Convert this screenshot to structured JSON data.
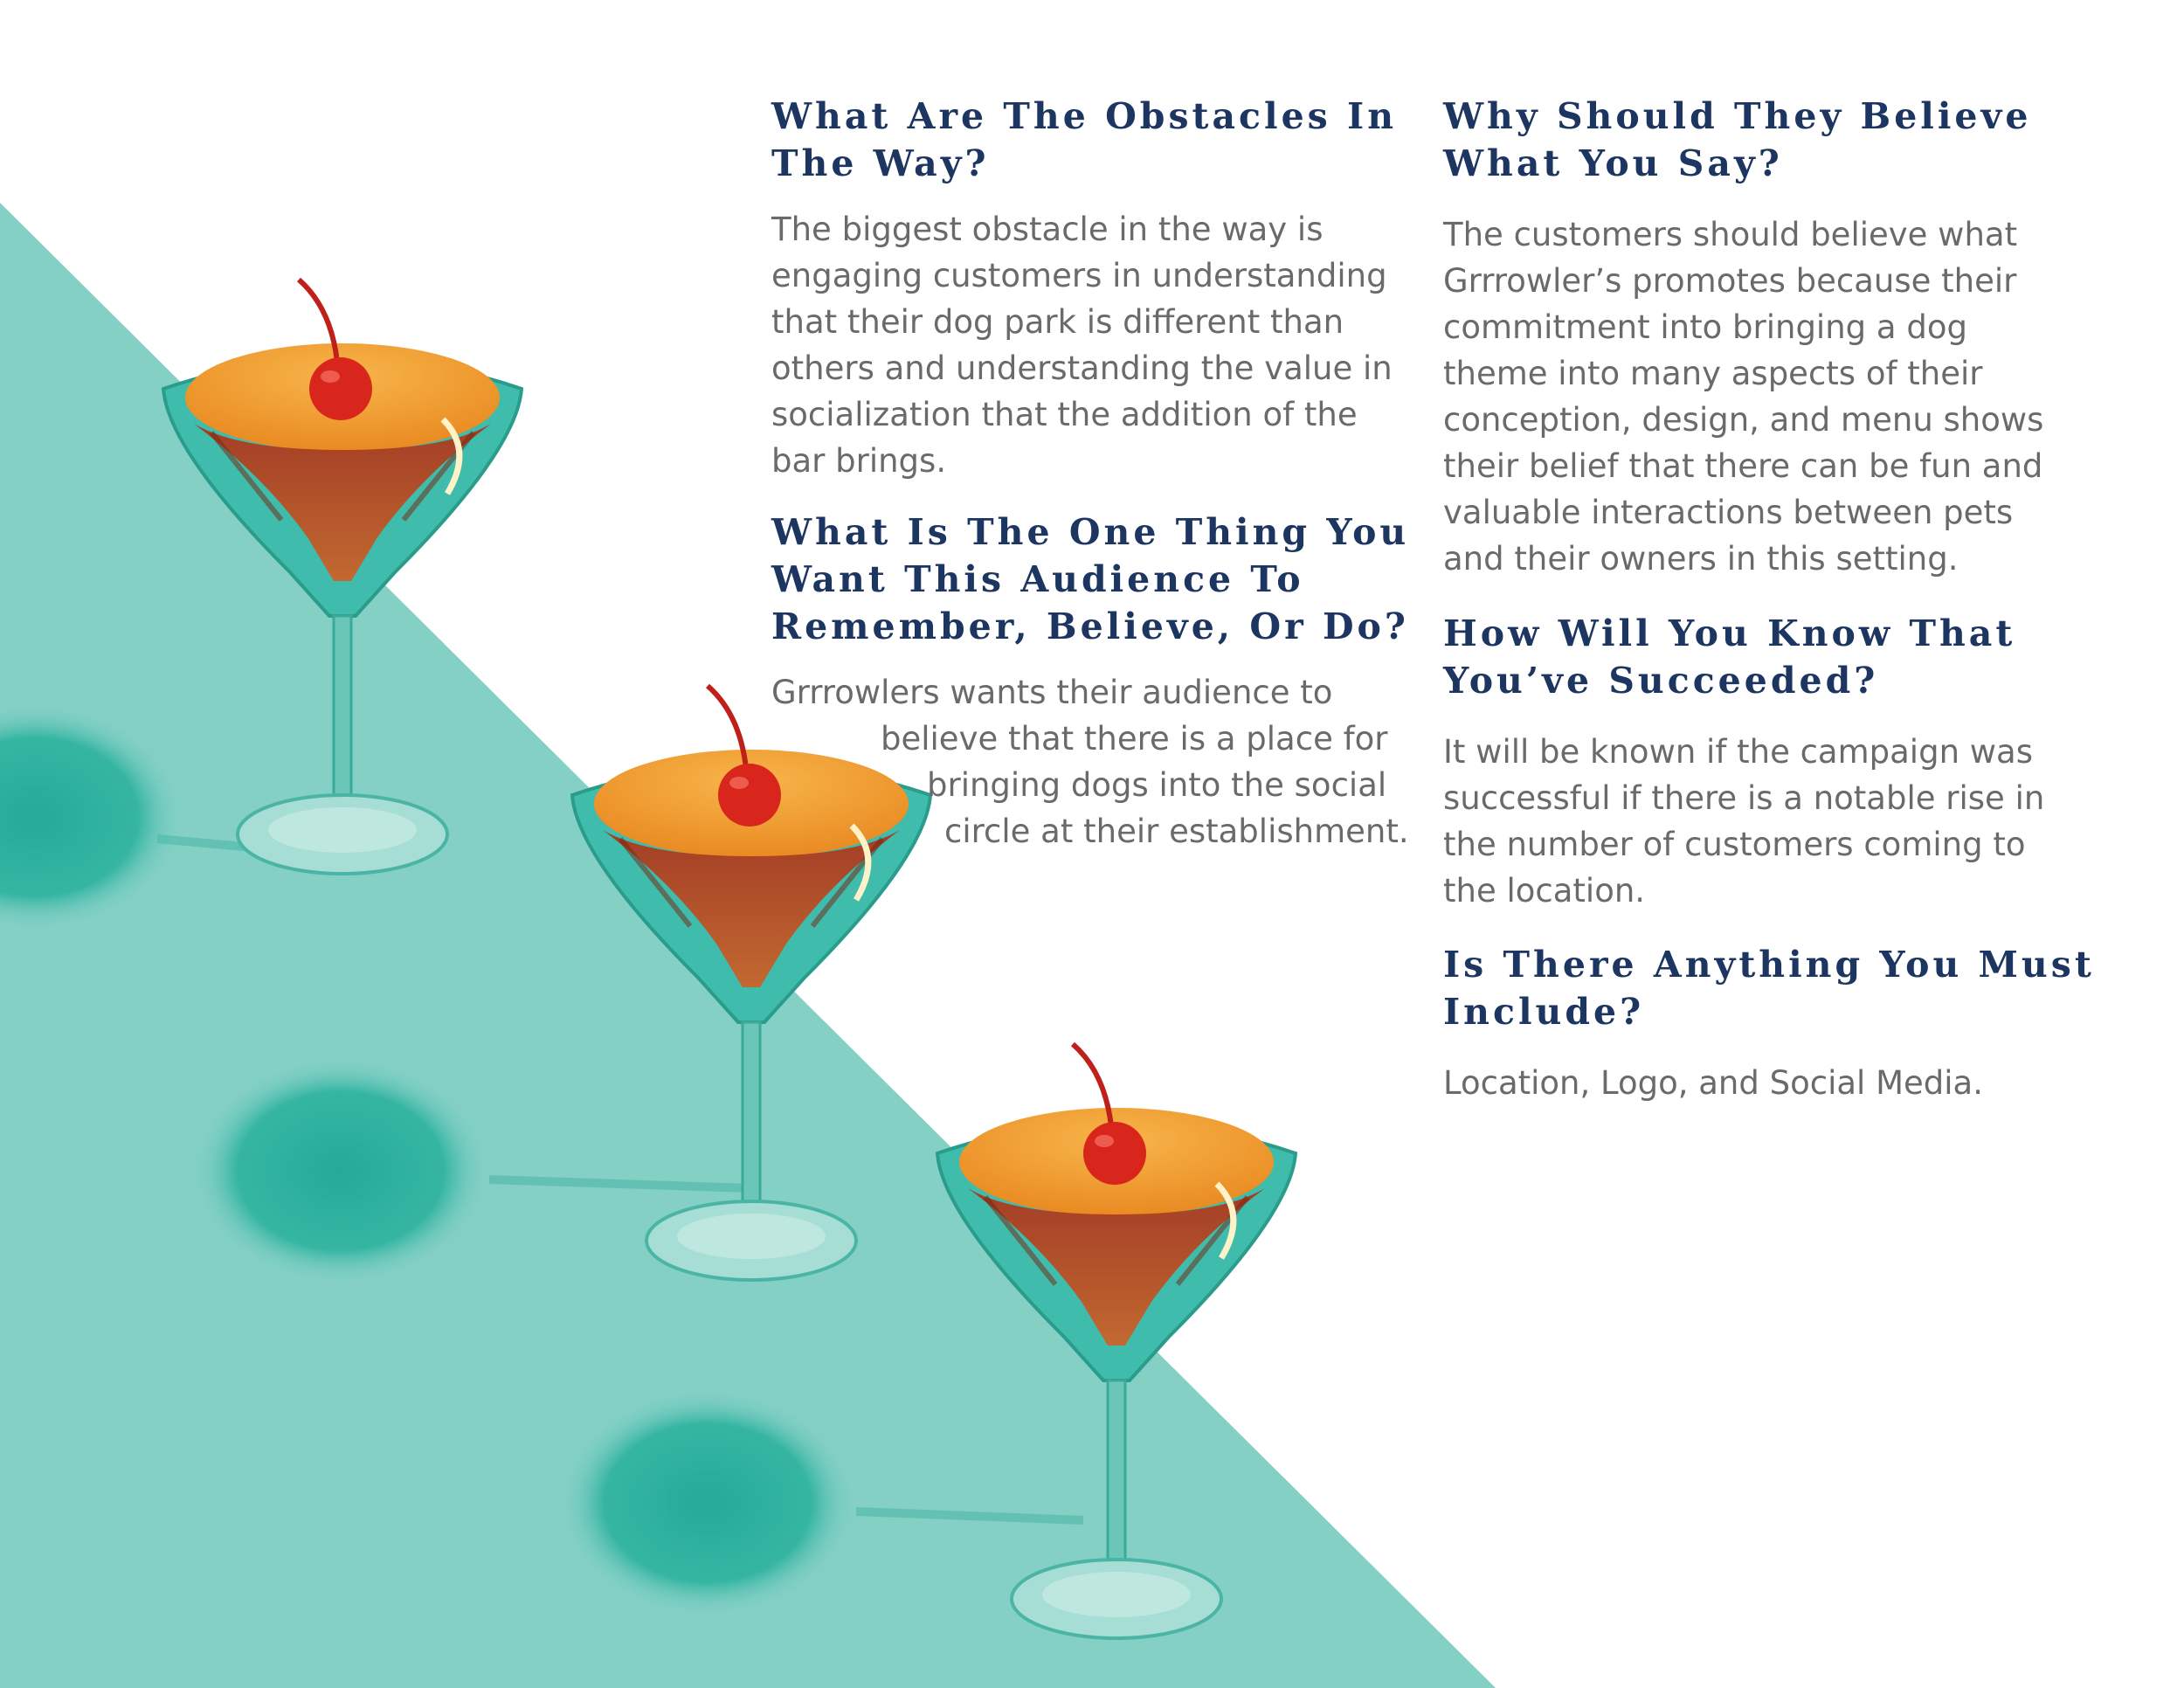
{
  "colors": {
    "background": "#ffffff",
    "teal_panel": "#84d0c5",
    "heading": "#1c3561",
    "body_text": "#6a6a6a",
    "glass": "#37b9a7",
    "drink": "#f29a31",
    "cherry": "#d9261c"
  },
  "illustration": {
    "icon": "martini-glass-with-cherry-icon",
    "count": 3
  },
  "left_column": {
    "obstacles": {
      "heading": "What Are The Obstacles In The Way?",
      "heading_lines": [
        "What Are The Obstacles In",
        "The Way?"
      ],
      "body": "The biggest obstacle in the way is engaging customers in understanding that their dog park is different than others and understanding the value in socialization that the addition of the bar brings.",
      "body_lines": [
        "The biggest obstacle in the way is",
        "engaging customers in understanding",
        "that their dog park is different than",
        "others and understanding the value in",
        "socialization that the addition of the",
        "bar brings."
      ]
    },
    "one_thing": {
      "heading": "What Is The One Thing You Want This Audience To Remember, Believe, Or Do?",
      "heading_lines": [
        "What Is The One Thing You",
        "Want This Audience To",
        "Remember, Believe, Or Do?"
      ],
      "body": "Grrrowlers wants their audience to believe that there is a place for bringing dogs into the social circle at their establishment.",
      "body_lines": [
        "Grrrowlers wants their audience to",
        "believe that there is a place for",
        "bringing dogs into the social",
        "circle at their establishment."
      ]
    }
  },
  "right_column": {
    "believe": {
      "heading": "Why Should They Believe What You Say?",
      "heading_lines": [
        "Why Should They Believe",
        "What You Say?"
      ],
      "body": "The customers should believe what Grrrowler’s promotes because their commitment into bringing a dog theme into many aspects of their conception, design, and menu shows their belief that there can be fun and valuable interactions between pets and their owners in this setting.",
      "body_lines": [
        "The customers should believe what",
        "Grrrowler’s promotes because their",
        "commitment into bringing a dog",
        "theme into many aspects of their",
        "conception, design, and menu shows",
        "their belief that there can be fun and",
        "valuable interactions between pets",
        "and their owners in this setting."
      ]
    },
    "succeeded": {
      "heading": "How Will You Know That You’ve Succeeded?",
      "heading_lines": [
        "How Will You Know That",
        "You’ve Succeeded?"
      ],
      "body": "It will be known if the campaign was successful if there is a notable rise in the number of customers coming to the location.",
      "body_lines": [
        "It will be known if the campaign was",
        "successful if there is a notable rise in",
        "the number of customers coming to",
        "the location."
      ]
    },
    "include": {
      "heading": "Is There Anything You Must Include?",
      "heading_lines": [
        "Is There Anything You Must",
        "Include?"
      ],
      "body": "Location, Logo, and Social Media.",
      "body_lines": [
        "Location, Logo, and Social Media."
      ]
    }
  }
}
